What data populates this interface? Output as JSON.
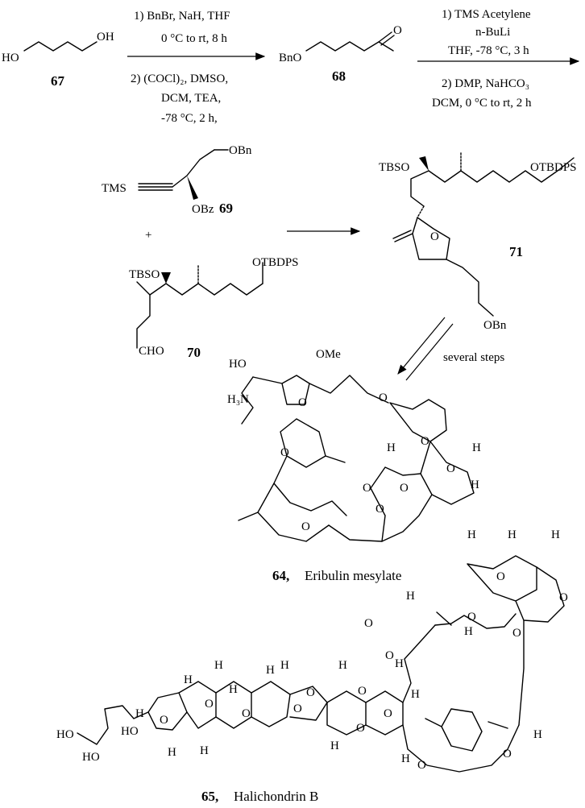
{
  "step1": {
    "above": [
      "1) BnBr, NaH, THF",
      "0 °C to rt, 8 h"
    ],
    "below": [
      "2) (COCl)₂, DMSO,",
      "DCM, TEA,",
      "-78 °C, 2 h,"
    ]
  },
  "step2": {
    "above": [
      "1) TMS Acetylene",
      "n-BuLi",
      "THF, -78 °C, 3 h"
    ],
    "below": [
      "2) DMP, NaHCO₃",
      "DCM, 0 °C to rt, 2 h"
    ]
  },
  "step4": {
    "label": "several steps"
  },
  "plus": "+",
  "compounds": {
    "c67": {
      "number": "67",
      "labels": [
        "HO",
        "OH"
      ]
    },
    "c68": {
      "number": "68",
      "labels": [
        "BnO"
      ]
    },
    "c69": {
      "number": "69",
      "labels": [
        "TMS",
        "OBn",
        "OBz"
      ]
    },
    "c70": {
      "number": "70",
      "labels": [
        "TBSO",
        "OTBDPS",
        "CHO"
      ]
    },
    "c71": {
      "number": "71",
      "labels": [
        "TBSO",
        "OTBDPS",
        "O",
        "OBn"
      ]
    },
    "c64": {
      "number": "64,",
      "name": "Eribulin mesylate",
      "labels": [
        "HO",
        "OMe",
        "H₃N",
        "O",
        "O",
        "O",
        "H",
        "H",
        "O",
        "O",
        "O",
        "H",
        "O",
        "O",
        "O"
      ]
    },
    "c65": {
      "number": "65,",
      "name": "Halichondrin B",
      "labels": [
        "HO",
        "HO",
        "HO",
        "H",
        "H",
        "H",
        "H",
        "O",
        "O",
        "O",
        "O",
        "O",
        "O",
        "O",
        "O",
        "H",
        "H",
        "H",
        "H",
        "H",
        "H",
        "H",
        "H",
        "O",
        "O",
        "O",
        "O",
        "O",
        "H",
        "H",
        "H",
        "H",
        "H",
        "O",
        "O",
        "O",
        "H",
        "H"
      ]
    }
  }
}
